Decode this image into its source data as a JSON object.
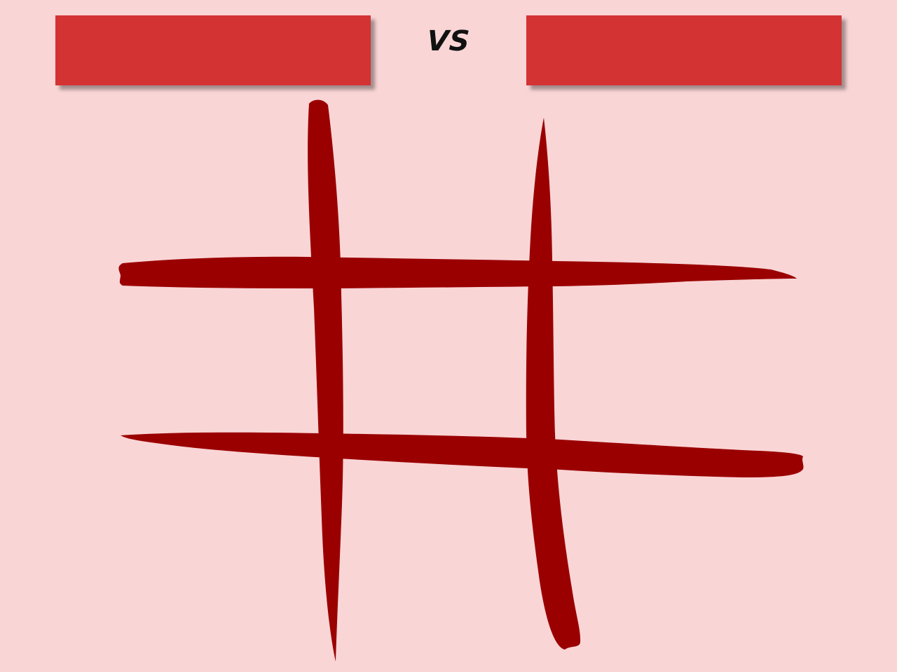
{
  "header": {
    "vs_label": "VS",
    "player_one_name": "",
    "player_two_name": ""
  },
  "board": {
    "rows": 3,
    "cols": 3,
    "cells": [
      "",
      "",
      "",
      "",
      "",
      "",
      "",
      "",
      ""
    ]
  },
  "colors": {
    "background": "#f9d5d6",
    "panel": "#d33333",
    "grid_stroke": "#9b0000",
    "text": "#111111"
  }
}
